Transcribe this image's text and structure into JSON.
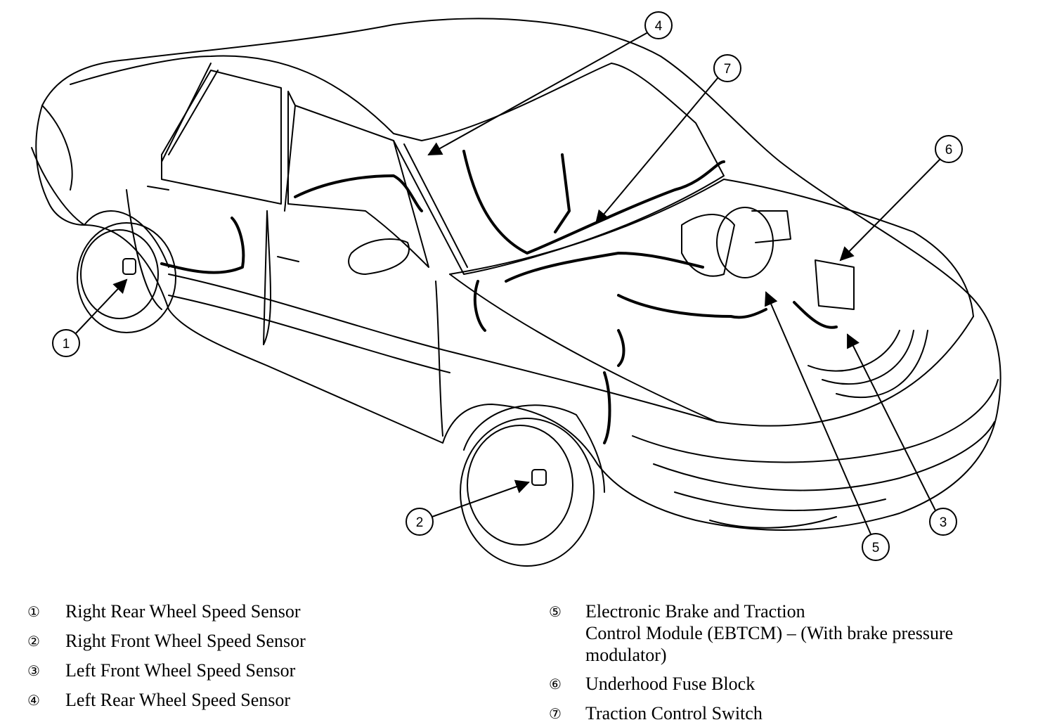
{
  "callouts": [
    {
      "id": "1"
    },
    {
      "id": "2"
    },
    {
      "id": "3"
    },
    {
      "id": "4"
    },
    {
      "id": "5"
    },
    {
      "id": "6"
    },
    {
      "id": "7"
    }
  ],
  "legend": {
    "left": [
      {
        "mark": "①",
        "text": "Right Rear Wheel Speed Sensor"
      },
      {
        "mark": "②",
        "text": "Right Front Wheel Speed Sensor"
      },
      {
        "mark": "③",
        "text": "Left Front Wheel Speed Sensor"
      },
      {
        "mark": "④",
        "text": "Left Rear Wheel Speed Sensor"
      }
    ],
    "right": [
      {
        "mark": "⑤",
        "line1": "Electronic Brake and Traction",
        "line2": "Control Module (EBTCM) – (With brake pressure",
        "line3": "modulator)"
      },
      {
        "mark": "⑥",
        "text": "Underhood Fuse Block"
      },
      {
        "mark": "⑦",
        "text": "Traction Control Switch"
      }
    ]
  },
  "colors": {
    "ink": "#000000",
    "paper": "#ffffff"
  }
}
